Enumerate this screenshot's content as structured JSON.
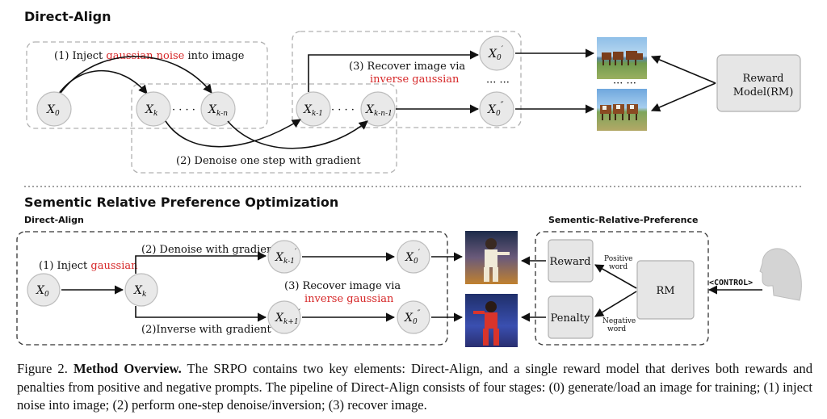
{
  "top": {
    "heading": "Direct-Align",
    "step1_prefix": "(1)  Inject ",
    "step1_red": "gaussian noise",
    "step1_suffix": " into image",
    "step2": "(2)  Denoise one step with gradient",
    "step3_line1": "(3) Recover image via",
    "step3_red": "inverse gaussian",
    "reward_line1": "Reward",
    "reward_line2": "Model(RM)",
    "dots": "··· ···",
    "image_dots": "··· ···"
  },
  "bottom": {
    "heading": "Sementic Relative Preference Optimization",
    "left_subhead": "Direct-Align",
    "right_subhead": "Sementic-Relative-Preference",
    "step1_prefix": "(1)  Inject ",
    "step1_red": "gaussian",
    "step2a": "(2) Denoise with gradient",
    "step2b": "(2)Inverse with gradient",
    "step3_line1": "(3)  Recover image via",
    "step3_red": "inverse gaussian",
    "reward": "Reward",
    "penalty": "Penalty",
    "rm": "RM",
    "positive_line1": "Positive",
    "positive_line2": "word",
    "negative_line1": "Negative",
    "negative_line2": "word",
    "control": "<CONTROL>"
  },
  "caption": {
    "label": "Figure 2.",
    "bold": "Method Overview.",
    "text": "The SRPO contains two key elements: Direct-Align, and a single reward model that derives both rewards and penalties from positive and negative prompts. The pipeline of Direct-Align consists of four stages: (0) generate/load an image for training; (1) inject noise into image; (2) perform one-step denoise/inversion; (3) recover image."
  },
  "colors": {
    "accent_red": "#d62728",
    "node_fill": "#e9e9e9",
    "dash_gray": "#b0b0b0"
  }
}
